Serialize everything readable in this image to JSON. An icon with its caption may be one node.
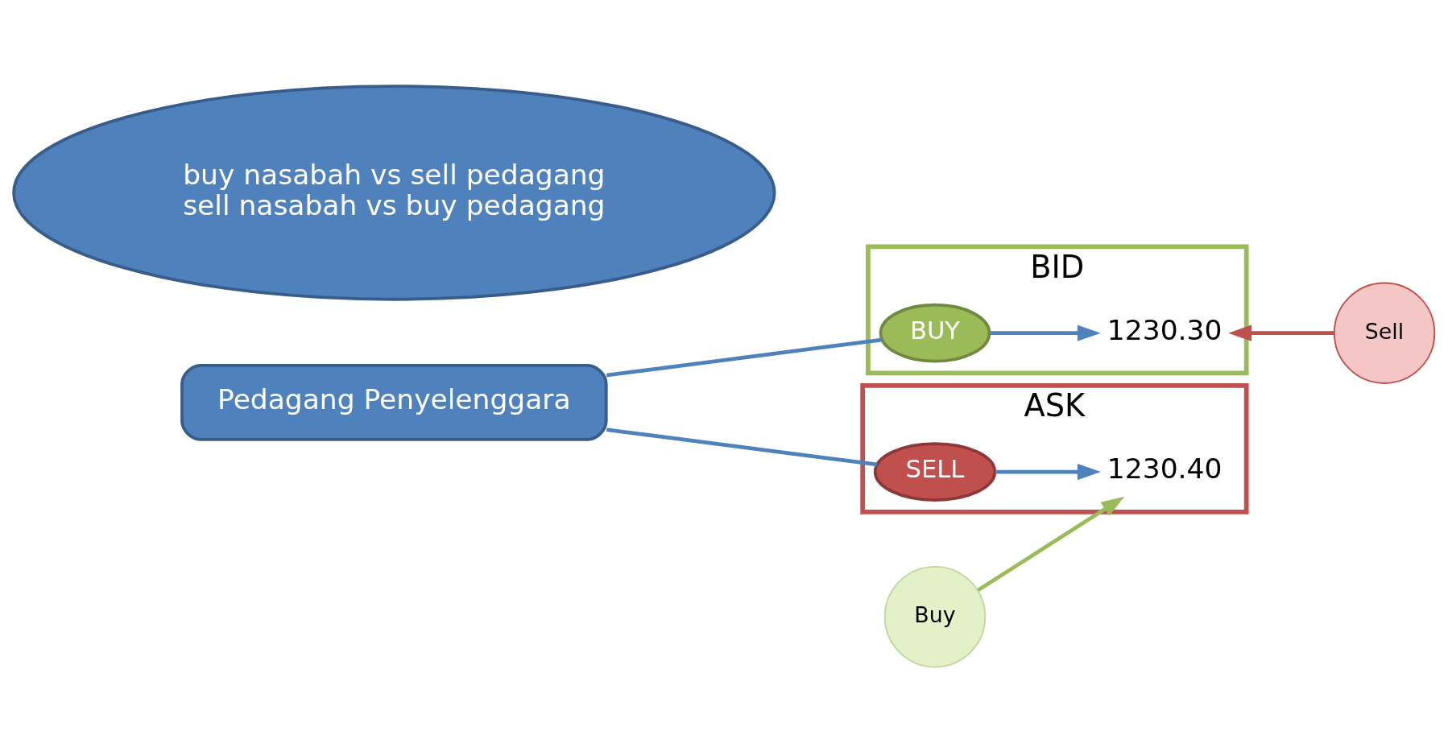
{
  "diagram": {
    "nodes": [
      {
        "text": [
          "BID"
        ]
      },
      {
        "text": [
          "ASK"
        ]
      },
      {
        "text": [
          "Pedagang Penyelenggara"
        ]
      },
      {
        "text": [
          "BUY"
        ],
        "in": 0
      },
      {
        "text": [
          "SELL"
        ],
        "in": 1
      },
      {
        "text": [
          "1230.30"
        ],
        "in": 0
      },
      {
        "text": [
          "1230.40"
        ],
        "in": 1
      },
      {
        "text": [
          "Sell"
        ]
      },
      {
        "text": [
          "Buy"
        ]
      },
      {
        "text": [
          "buy nasabah vs sell pedagang",
          "sell nasabah vs buy pedagang"
        ]
      }
    ],
    "edges": [
      {
        "from": 2,
        "to": 3,
        "arrow": "none",
        "color": "#4f81bd"
      },
      {
        "from": 3,
        "to": 5,
        "arrow": "to",
        "color": "#4f81bd"
      },
      {
        "from": 2,
        "to": 4,
        "arrow": "none",
        "color": "#4f81bd"
      },
      {
        "from": 4,
        "to": 6,
        "arrow": "to",
        "color": "#4f81bd"
      },
      {
        "from": 8,
        "to": 6,
        "arrow": "to",
        "color": "#9bbb59"
      },
      {
        "from": 7,
        "to": 5,
        "arrow": "to",
        "color": "#c0504d"
      }
    ]
  }
}
